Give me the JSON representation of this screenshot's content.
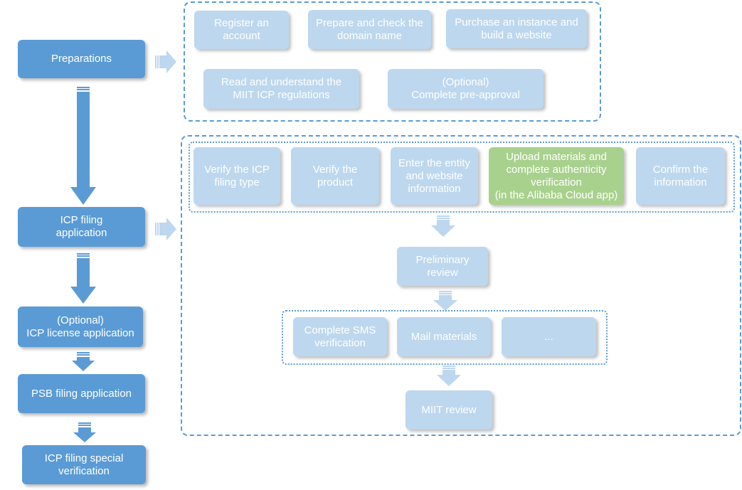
{
  "colors": {
    "dark_step": "#5b9bd5",
    "light_step": "#bdd7ee",
    "highlight_step": "#a9d18e",
    "frame": "#5b9bd5"
  },
  "main_flow": [
    {
      "label": "Preparations"
    },
    {
      "label": "ICP filing\napplication"
    },
    {
      "label": "(Optional)\nICP license application"
    },
    {
      "label": "PSB filing application"
    },
    {
      "label": "ICP filing special\nverification"
    }
  ],
  "preparations": [
    {
      "label": "Register an\naccount"
    },
    {
      "label": "Prepare and check the\ndomain name"
    },
    {
      "label": "Purchase an instance and\nbuild a website"
    },
    {
      "label": "Read and understand the\nMIIT ICP regulations"
    },
    {
      "label": "(Optional)\nComplete pre-approval"
    }
  ],
  "application_steps": [
    {
      "label": "Verify the ICP\nfiling type"
    },
    {
      "label": "Verify the\nproduct"
    },
    {
      "label": "Enter the entity\nand website\ninformation"
    },
    {
      "label": "Upload materials and\ncomplete authenticity\nverification\n(in the Alibaba Cloud app)"
    },
    {
      "label": "Confirm the\ninformation"
    }
  ],
  "review": {
    "preliminary": "Preliminary\nreview",
    "options": [
      {
        "label": "Complete SMS\nverification"
      },
      {
        "label": "Mail materials"
      },
      {
        "label": "..."
      }
    ],
    "miit": "MIIT review"
  }
}
